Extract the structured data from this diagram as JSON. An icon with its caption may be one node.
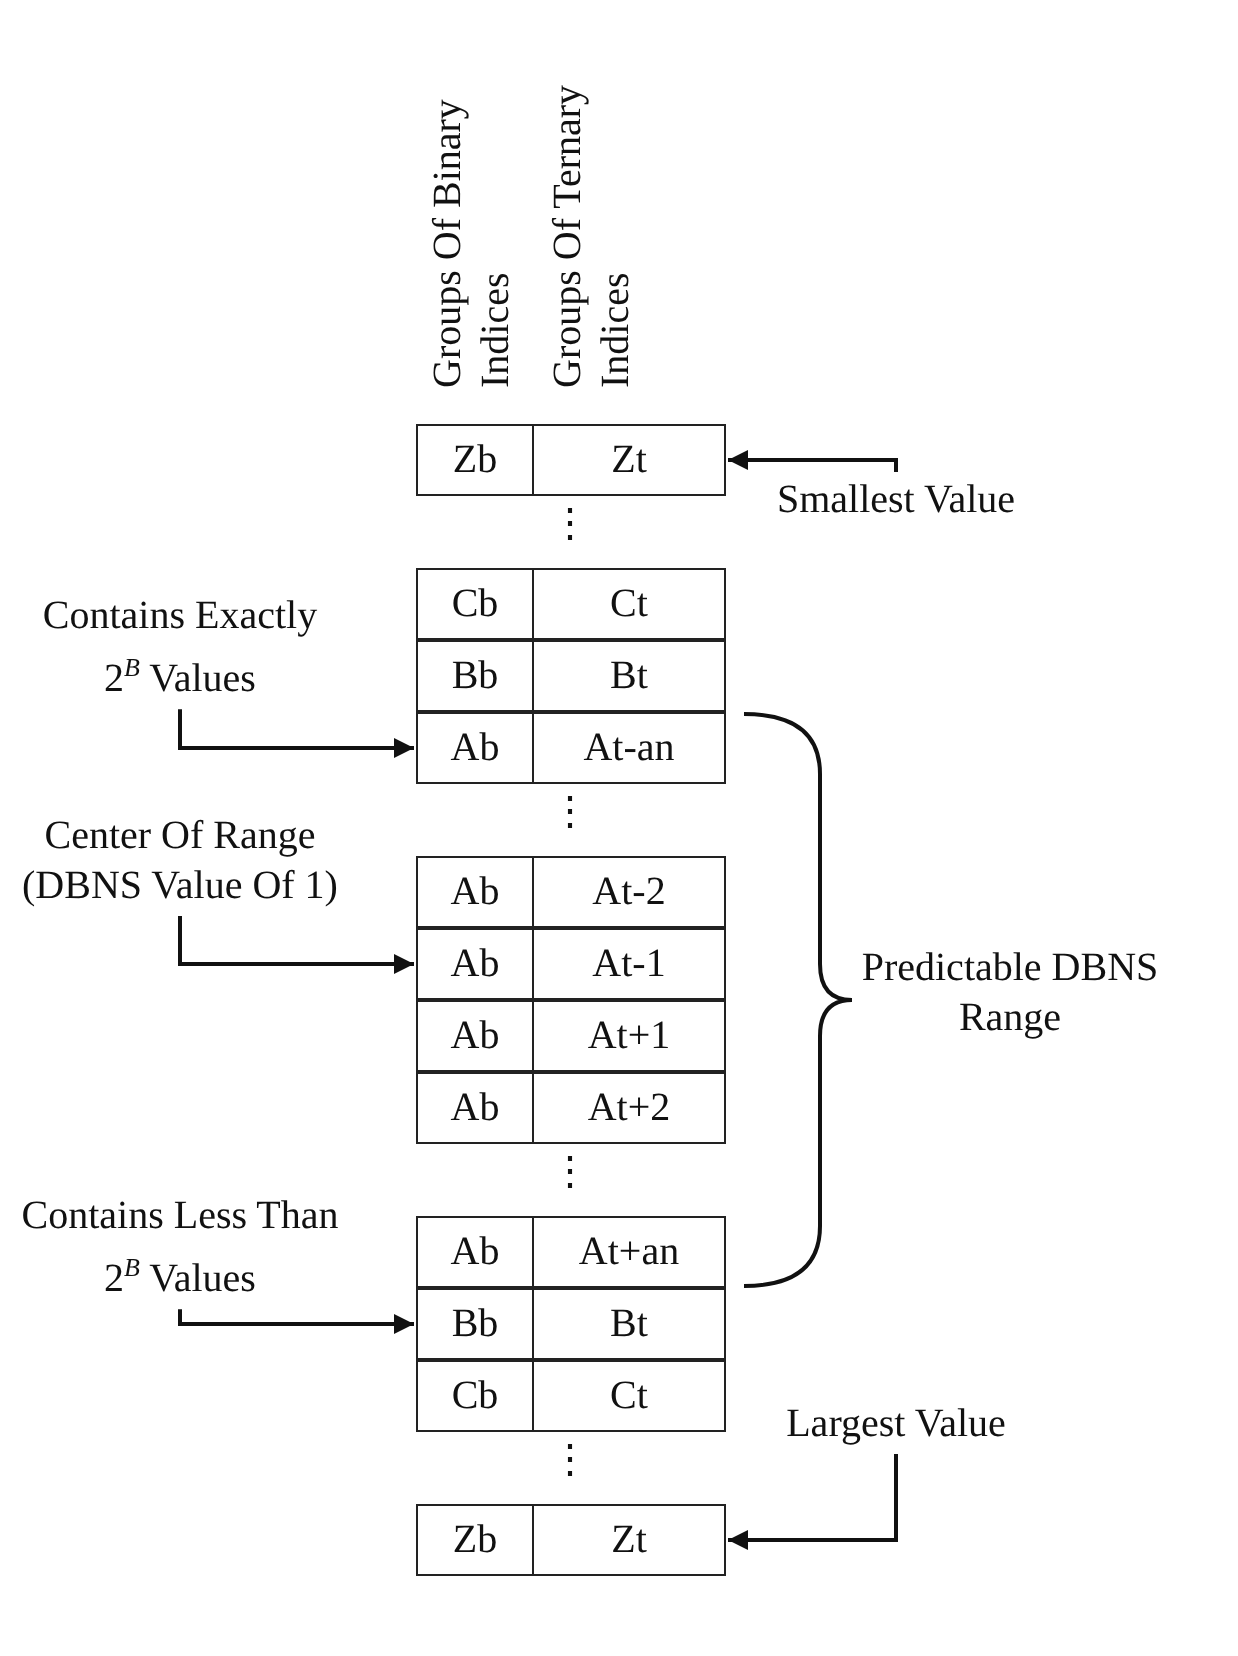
{
  "diagram": {
    "nodes": [
      {
        "text": [
          "Zb",
          "Zt"
        ]
      },
      {
        "text": [
          "Cb",
          "Ct"
        ]
      },
      {
        "text": [
          "Bb",
          "Bt"
        ]
      },
      {
        "text": [
          "Ab",
          "At-an"
        ]
      },
      {
        "text": [
          "Ab",
          "At-2"
        ]
      },
      {
        "text": [
          "Ab",
          "At-1"
        ]
      },
      {
        "text": [
          "Ab",
          "At+1"
        ]
      },
      {
        "text": [
          "Ab",
          "At+2"
        ]
      },
      {
        "text": [
          "Ab",
          "At+an"
        ]
      },
      {
        "text": [
          "Bb",
          "Bt"
        ]
      },
      {
        "text": [
          "Cb",
          "Ct"
        ]
      },
      {
        "text": [
          "Zb",
          "Zt"
        ]
      },
      {
        "text": [
          "Smallest Value"
        ]
      },
      {
        "text": [
          "Contains Exactly 2$^{B}$ Values"
        ]
      },
      {
        "text": [
          "Center Of Range (DBNS Value Of 1)"
        ]
      },
      {
        "text": [
          "Contains Less Than 2$^{B}$ Values"
        ]
      },
      {
        "text": [
          "Largest Value"
        ]
      }
    ],
    "edges": [
      {
        "from": 12,
        "to": 0,
        "arrow": "to"
      },
      {
        "from": 13,
        "to": 3,
        "arrow": "to"
      },
      {
        "from": 14,
        "to": 5,
        "arrow": "to"
      },
      {
        "from": 15,
        "to": 9,
        "arrow": "to"
      },
      {
        "from": 16,
        "to": 11,
        "arrow": "to"
      }
    ],
    "labels": [
      "Groups Of Binary Indices",
      "Groups Of Ternary Indices",
      "⋮",
      "⋮",
      "⋮",
      "⋮",
      "Predictable DBNS Range"
    ]
  }
}
